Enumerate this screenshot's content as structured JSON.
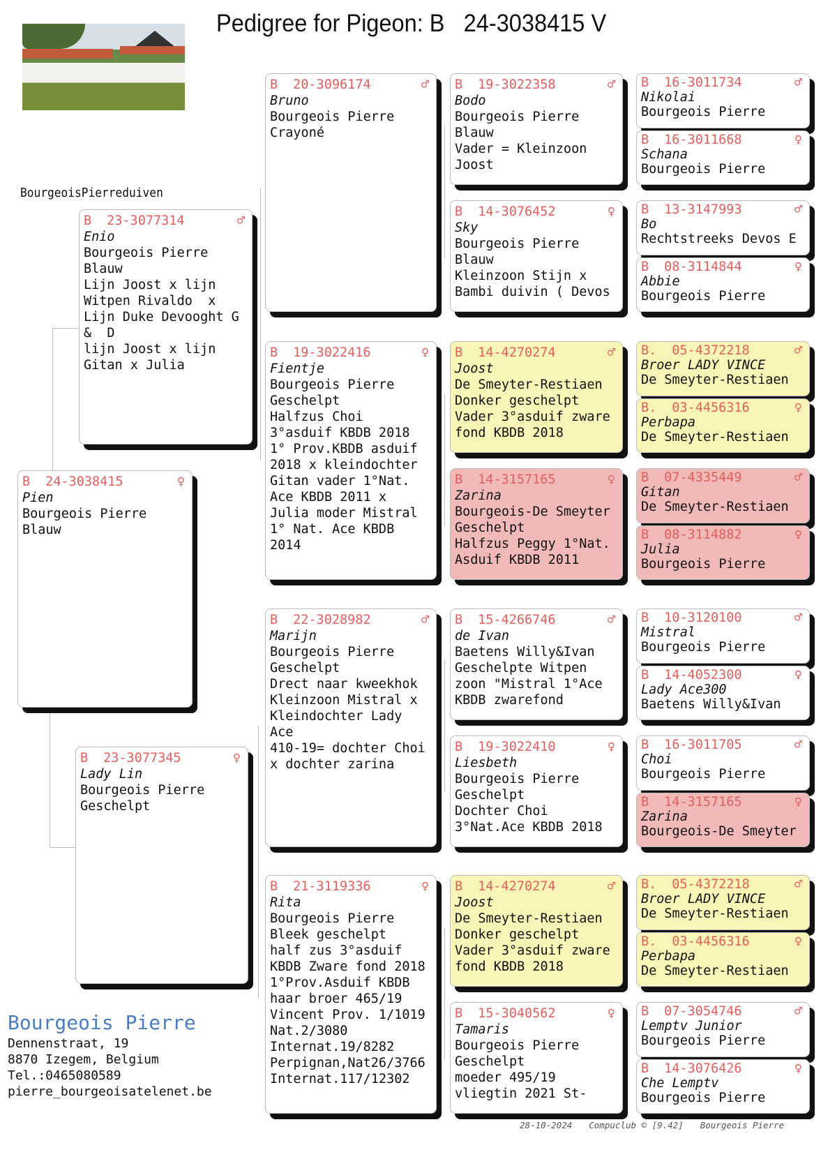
{
  "title": "Pedigree for Pigeon: B   24-3038415 V",
  "loft_name": "BourgeoisPierreduiven",
  "colors": {
    "ring": "#e0605e",
    "yellow": "#f9f5b6",
    "pink": "#f2b9b9",
    "owner_blue": "#4a7dbf"
  },
  "pigeons": [
    {
      "prefix": "B",
      "ring": "24-3038415",
      "sex": "♀",
      "name": "Pien",
      "owner": "Bourgeois Pierre",
      "lines": [
        "Blauw"
      ]
    },
    {
      "prefix": "B",
      "ring": "23-3077314",
      "sex": "♂",
      "name": "Enio",
      "owner": "Bourgeois Pierre",
      "lines": [
        "Blauw",
        "Lijn Joost x lijn",
        "Witpen Rivaldo  x",
        "Lijn Duke Devooght G",
        "&  D",
        "lijn Joost x lijn",
        "Gitan x Julia"
      ]
    },
    {
      "prefix": "B",
      "ring": "23-3077345",
      "sex": "♀",
      "name": "Lady Lin",
      "owner": "Bourgeois Pierre",
      "lines": [
        "Geschelpt"
      ]
    },
    {
      "prefix": "B",
      "ring": "20-3096174",
      "sex": "♂",
      "name": "Bruno",
      "owner": "Bourgeois Pierre",
      "lines": [
        "Crayoné"
      ]
    },
    {
      "prefix": "B",
      "ring": "19-3022416",
      "sex": "♀",
      "name": "Fientje",
      "owner": "Bourgeois Pierre",
      "lines": [
        "Geschelpt",
        "Halfzus Choi",
        "3°asduif KBDB 2018",
        "1° Prov.KBDB asduif",
        "2018 x kleindochter",
        "Gitan vader 1°Nat.",
        "Ace KBDB 2011 x",
        "Julia moder Mistral",
        "1° Nat. Ace KBDB",
        "2014"
      ]
    },
    {
      "prefix": "B",
      "ring": "22-3028982",
      "sex": "♂",
      "name": "Marijn",
      "owner": "Bourgeois Pierre",
      "lines": [
        "Geschelpt",
        "Drect naar kweekhok",
        "Kleinzoon Mistral x",
        "Kleindochter Lady",
        "Ace",
        "410-19= dochter Choi",
        "x dochter zarina"
      ]
    },
    {
      "prefix": "B",
      "ring": "21-3119336",
      "sex": "♀",
      "name": "Rita",
      "owner": "Bourgeois Pierre",
      "lines": [
        "Bleek geschelpt",
        "half zus 3°asduif",
        "KBDB Zware fond 2018",
        "1°Prov.Asduif KBDB",
        "haar broer 465/19",
        "Vincent Prov. 1/1019",
        "Nat.2/3080",
        "Internat.19/8282",
        "Perpignan,Nat26/3766",
        "Internat.117/12302"
      ]
    },
    {
      "prefix": "B",
      "ring": "19-3022358",
      "sex": "♂",
      "name": "Bodo",
      "owner": "Bourgeois Pierre",
      "lines": [
        "Blauw",
        "Vader = Kleinzoon",
        "Joost"
      ]
    },
    {
      "prefix": "B",
      "ring": "14-3076452",
      "sex": "♀",
      "name": "Sky",
      "owner": "Bourgeois Pierre",
      "lines": [
        "Blauw",
        "Kleinzoon Stijn x",
        "Bambi duivin ( Devos"
      ]
    },
    {
      "prefix": "B",
      "ring": "14-4270274",
      "sex": "♂",
      "name": "Joost",
      "owner": "De Smeyter-Restiaen",
      "lines": [
        "Donker geschelpt",
        "Vader 3°asduif zware",
        "fond KBDB 2018"
      ],
      "color": "yellow"
    },
    {
      "prefix": "B",
      "ring": "14-3157165",
      "sex": "♀",
      "name": "Zarina",
      "owner": "Bourgeois-De Smeyter",
      "lines": [
        "Geschelpt",
        "Halfzus Peggy 1°Nat.",
        "Asduif KBDB 2011"
      ],
      "color": "pink"
    },
    {
      "prefix": "B",
      "ring": "15-4266746",
      "sex": "♂",
      "name": "de Ivan",
      "owner": "Baetens Willy&Ivan",
      "lines": [
        "Geschelpte Witpen",
        "zoon \"Mistral 1°Ace",
        "KBDB zwarefond"
      ]
    },
    {
      "prefix": "B",
      "ring": "19-3022410",
      "sex": "♀",
      "name": "Liesbeth",
      "owner": "Bourgeois Pierre",
      "lines": [
        "Geschelpt",
        "Dochter Choi",
        "3°Nat.Ace KBDB 2018"
      ]
    },
    {
      "prefix": "B",
      "ring": "14-4270274",
      "sex": "♂",
      "name": "Joost",
      "owner": "De Smeyter-Restiaen",
      "lines": [
        "Donker geschelpt",
        "Vader 3°asduif zware",
        "fond KBDB 2018"
      ],
      "color": "yellow"
    },
    {
      "prefix": "B",
      "ring": "15-3040562",
      "sex": "♀",
      "name": "Tamaris",
      "owner": "Bourgeois Pierre",
      "lines": [
        "Geschelpt",
        "moeder 495/19",
        "vliegtin 2021 St-"
      ]
    },
    {
      "prefix": "B",
      "ring": "16-3011734",
      "sex": "♂",
      "name": "Nikolai",
      "owner": "Bourgeois Pierre",
      "lines": []
    },
    {
      "prefix": "B",
      "ring": "16-3011668",
      "sex": "♀",
      "name": "Schana",
      "owner": "Bourgeois Pierre",
      "lines": []
    },
    {
      "prefix": "B",
      "ring": "13-3147993",
      "sex": "♂",
      "name": "Bo",
      "owner": "Rechtstreeks Devos E",
      "lines": []
    },
    {
      "prefix": "B",
      "ring": "08-3114844",
      "sex": "♀",
      "name": "Abbie",
      "owner": "Bourgeois Pierre",
      "lines": []
    },
    {
      "prefix": "B.",
      "ring": "05-4372218",
      "sex": "♂",
      "name": "Broer LADY VINCE",
      "owner": "De Smeyter-Restiaen",
      "lines": [],
      "color": "yellow"
    },
    {
      "prefix": "B.",
      "ring": "03-4456316",
      "sex": "♀",
      "name": "Perbapa",
      "owner": "De Smeyter-Restiaen",
      "lines": [],
      "color": "yellow"
    },
    {
      "prefix": "B",
      "ring": "07-4335449",
      "sex": "♂",
      "name": "Gitan",
      "owner": "De Smeyter-Restiaen",
      "lines": [],
      "color": "pink"
    },
    {
      "prefix": "B",
      "ring": "08-3114882",
      "sex": "♀",
      "name": "Julia",
      "owner": "Bourgeois Pierre",
      "lines": [],
      "color": "pink"
    },
    {
      "prefix": "B",
      "ring": "10-3120100",
      "sex": "♂",
      "name": "Mistral",
      "owner": "Bourgeois Pierre",
      "lines": []
    },
    {
      "prefix": "B",
      "ring": "14-4052300",
      "sex": "♀",
      "name": "Lady Ace300",
      "owner": "Baetens Willy&Ivan",
      "lines": []
    },
    {
      "prefix": "B",
      "ring": "16-3011705",
      "sex": "♂",
      "name": "Choi",
      "owner": "Bourgeois Pierre",
      "lines": []
    },
    {
      "prefix": "B",
      "ring": "14-3157165",
      "sex": "♀",
      "name": "Zarina",
      "owner": "Bourgeois-De Smeyter",
      "lines": [],
      "color": "pink"
    },
    {
      "prefix": "B.",
      "ring": "05-4372218",
      "sex": "♂",
      "name": "Broer LADY VINCE",
      "owner": "De Smeyter-Restiaen",
      "lines": [],
      "color": "yellow"
    },
    {
      "prefix": "B.",
      "ring": "03-4456316",
      "sex": "♀",
      "name": "Perbapa",
      "owner": "De Smeyter-Restiaen",
      "lines": [],
      "color": "yellow"
    },
    {
      "prefix": "B",
      "ring": "07-3054746",
      "sex": "♂",
      "name": "Lemptv Junior",
      "owner": "Bourgeois Pierre",
      "lines": []
    },
    {
      "prefix": "B",
      "ring": "14-3076426",
      "sex": "♀",
      "name": "Che Lemptv",
      "owner": "Bourgeois Pierre",
      "lines": []
    }
  ],
  "contact": {
    "name": "Bourgeois Pierre",
    "street": "Dennenstraat, 19",
    "city": "8870  Izegem, Belgium",
    "phone": "Tel.:0465080589",
    "email": "pierre_bourgeoisatelenet.be"
  },
  "footer": {
    "date": "28-10-2024",
    "software": "Compuclub © [9.42]",
    "owner": "Bourgeois Pierre"
  }
}
